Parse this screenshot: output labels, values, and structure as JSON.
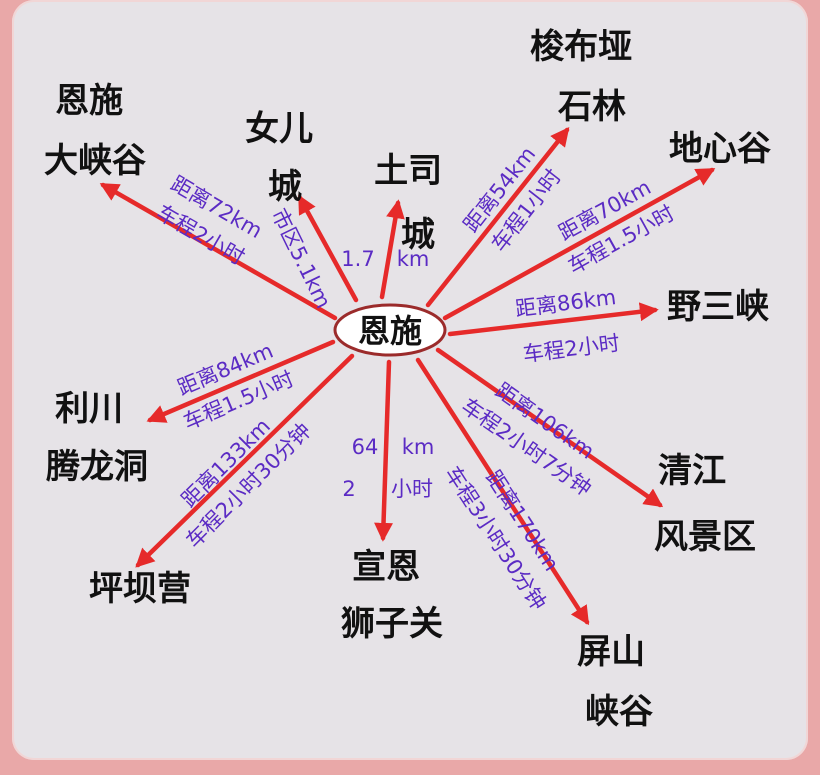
{
  "colors": {
    "arrow": "#e62a2a",
    "label": "#5b2bc4",
    "text": "#111111",
    "panel": "#e6e3e7",
    "border": "#e9a8a8"
  },
  "center": {
    "name": "恩施"
  },
  "destinations": [
    {
      "id": "daxiagu",
      "lines": [
        "恩施",
        "大峡谷"
      ],
      "label_lines": [
        "距离72km",
        "车程2小时"
      ]
    },
    {
      "id": "nvercheng",
      "lines": [
        "女儿",
        "城"
      ],
      "label_lines": [
        "市区5.1km"
      ]
    },
    {
      "id": "tusicheng",
      "lines": [
        "土司",
        "城"
      ],
      "label_lines": [
        "1.7",
        "km"
      ]
    },
    {
      "id": "meibuya",
      "lines": [
        "梭布垭",
        "石林"
      ],
      "label_lines": [
        "距离54km",
        "车程1小时"
      ]
    },
    {
      "id": "dixingu",
      "lines": [
        "地心谷"
      ],
      "label_lines": [
        "距离70km",
        "车程1.5小时"
      ]
    },
    {
      "id": "yesanxia",
      "lines": [
        "野三峡"
      ],
      "label_lines": [
        "距离86km",
        "车程2小时"
      ]
    },
    {
      "id": "qingjiang",
      "lines": [
        "清江",
        "风景区"
      ],
      "label_lines": [
        "距离106km",
        "车程2小时7分钟"
      ]
    },
    {
      "id": "pingshan",
      "lines": [
        "屏山",
        "峡谷"
      ],
      "label_lines": [
        "距离170km",
        "车程3小时30分钟"
      ]
    },
    {
      "id": "xuanen",
      "lines": [
        "宣恩",
        "狮子关"
      ],
      "label_lines": [
        "64",
        "km",
        "2",
        "小时"
      ]
    },
    {
      "id": "pingbaying",
      "lines": [
        "坪坝营"
      ],
      "label_lines": [
        "距离133km",
        "车程2小时30分钟"
      ]
    },
    {
      "id": "lichuan",
      "lines": [
        "利川",
        "腾龙洞"
      ],
      "label_lines": [
        "距离84km",
        "车程1.5小时"
      ]
    }
  ]
}
